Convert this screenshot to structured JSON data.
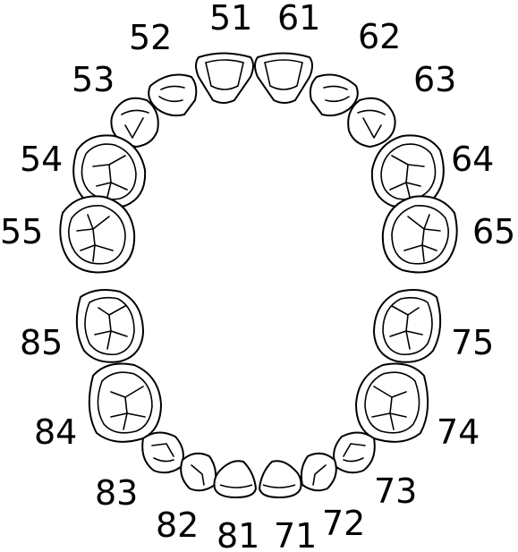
{
  "teeth": {
    "t51": "51",
    "t52": "52",
    "t53": "53",
    "t54": "54",
    "t55": "55",
    "t61": "61",
    "t62": "62",
    "t63": "63",
    "t64": "64",
    "t65": "65",
    "t71": "71",
    "t72": "72",
    "t73": "73",
    "t74": "74",
    "t75": "75",
    "t81": "81",
    "t82": "82",
    "t83": "83",
    "t84": "84",
    "t85": "85"
  },
  "colors": {
    "outline": "#000000",
    "fill": "#ffffff"
  }
}
